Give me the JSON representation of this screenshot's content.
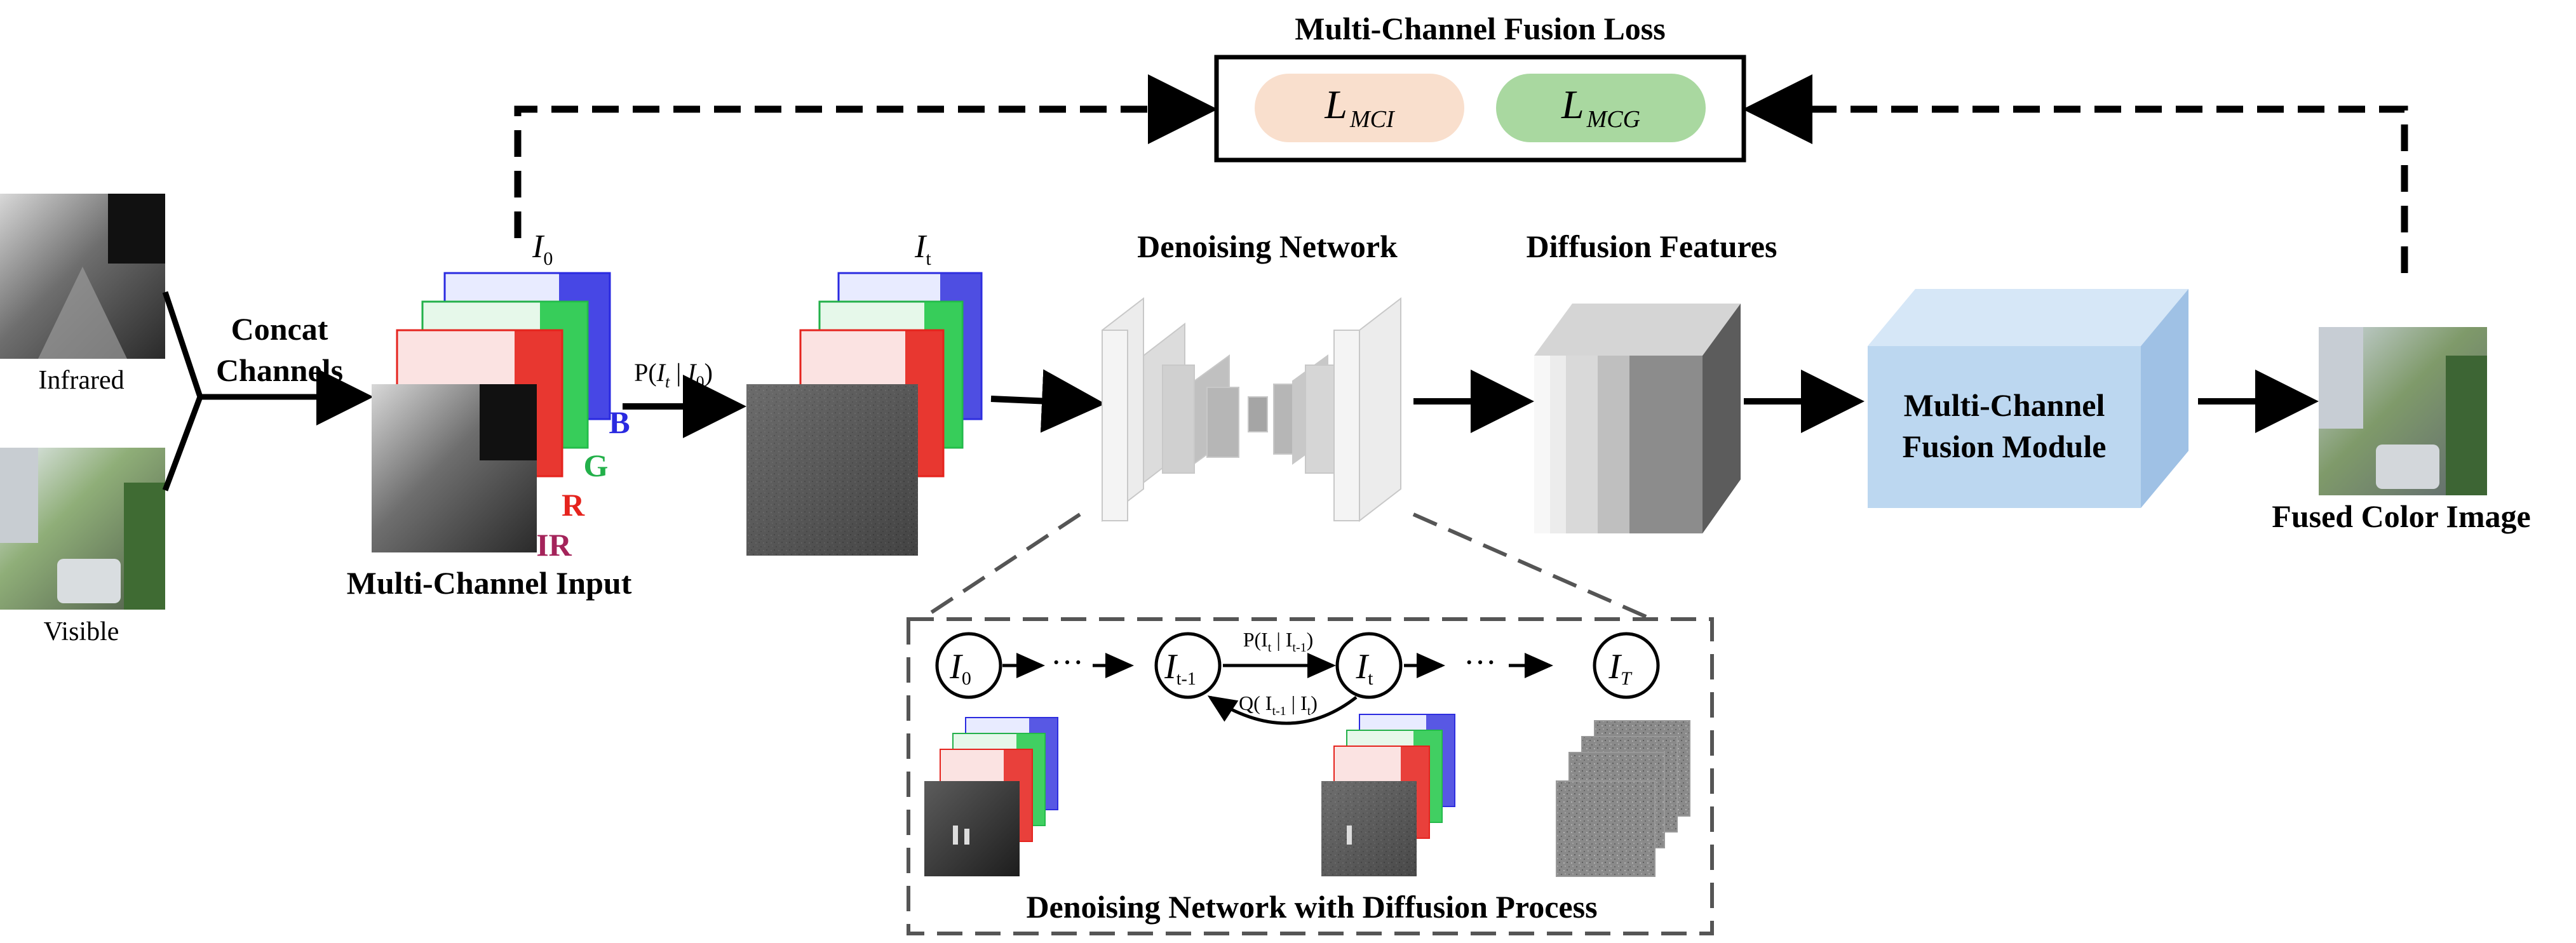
{
  "loss_box": {
    "title": "Multi-Channel Fusion Loss",
    "mci": {
      "symbol": "L",
      "subscript": "MCI",
      "color": "#f9dfcd"
    },
    "mcg": {
      "symbol": "L",
      "subscript": "MCG",
      "color": "#a9d8a0"
    }
  },
  "inputs": {
    "infrared_label": "Infrared",
    "visible_label": "Visible",
    "concat_label_line1": "Concat",
    "concat_label_line2": "Channels"
  },
  "multi_channel": {
    "title": "Multi-Channel Input",
    "i0_symbol": "I",
    "i0_sub": "0",
    "channels": [
      {
        "label": "B",
        "color": "#2a2ae0"
      },
      {
        "label": "G",
        "color": "#23b04a"
      },
      {
        "label": "R",
        "color": "#e5231d"
      },
      {
        "label": "IR",
        "color": "#a4235a"
      }
    ]
  },
  "forward": {
    "label_prefix": "P(",
    "label_it": "I",
    "label_it_sub": "t",
    "label_sep": " | ",
    "label_i0": "I",
    "label_i0_sub": "0",
    "label_suffix": ")",
    "it_symbol": "I",
    "it_sub": "t"
  },
  "denoising": {
    "title": "Denoising Network"
  },
  "features": {
    "title": "Diffusion Features"
  },
  "fusion_module": {
    "line1": "Multi-Channel",
    "line2": "Fusion Module",
    "front_color": "#bcd7f0",
    "top_color": "#d6e7f7",
    "side_color": "#9fc1e5"
  },
  "output": {
    "title": "Fused Color Image"
  },
  "process": {
    "title": "Denoising Network with Diffusion Process",
    "nodes": [
      {
        "symbol": "I",
        "sub": "0"
      },
      {
        "symbol": "I",
        "sub": "t-1"
      },
      {
        "symbol": "I",
        "sub": "t"
      },
      {
        "symbol": "I",
        "sub": "T"
      }
    ],
    "ellipsis": "···",
    "p_label": "P(I",
    "p_label_sub": "t",
    "p_label_mid": " | I",
    "p_label_sub2": "t-1",
    "p_label_end": ")",
    "q_label": "Q( I",
    "q_label_sub": "t-1",
    "q_label_mid": " | I",
    "q_label_sub2": "t",
    "q_label_end": ")"
  }
}
